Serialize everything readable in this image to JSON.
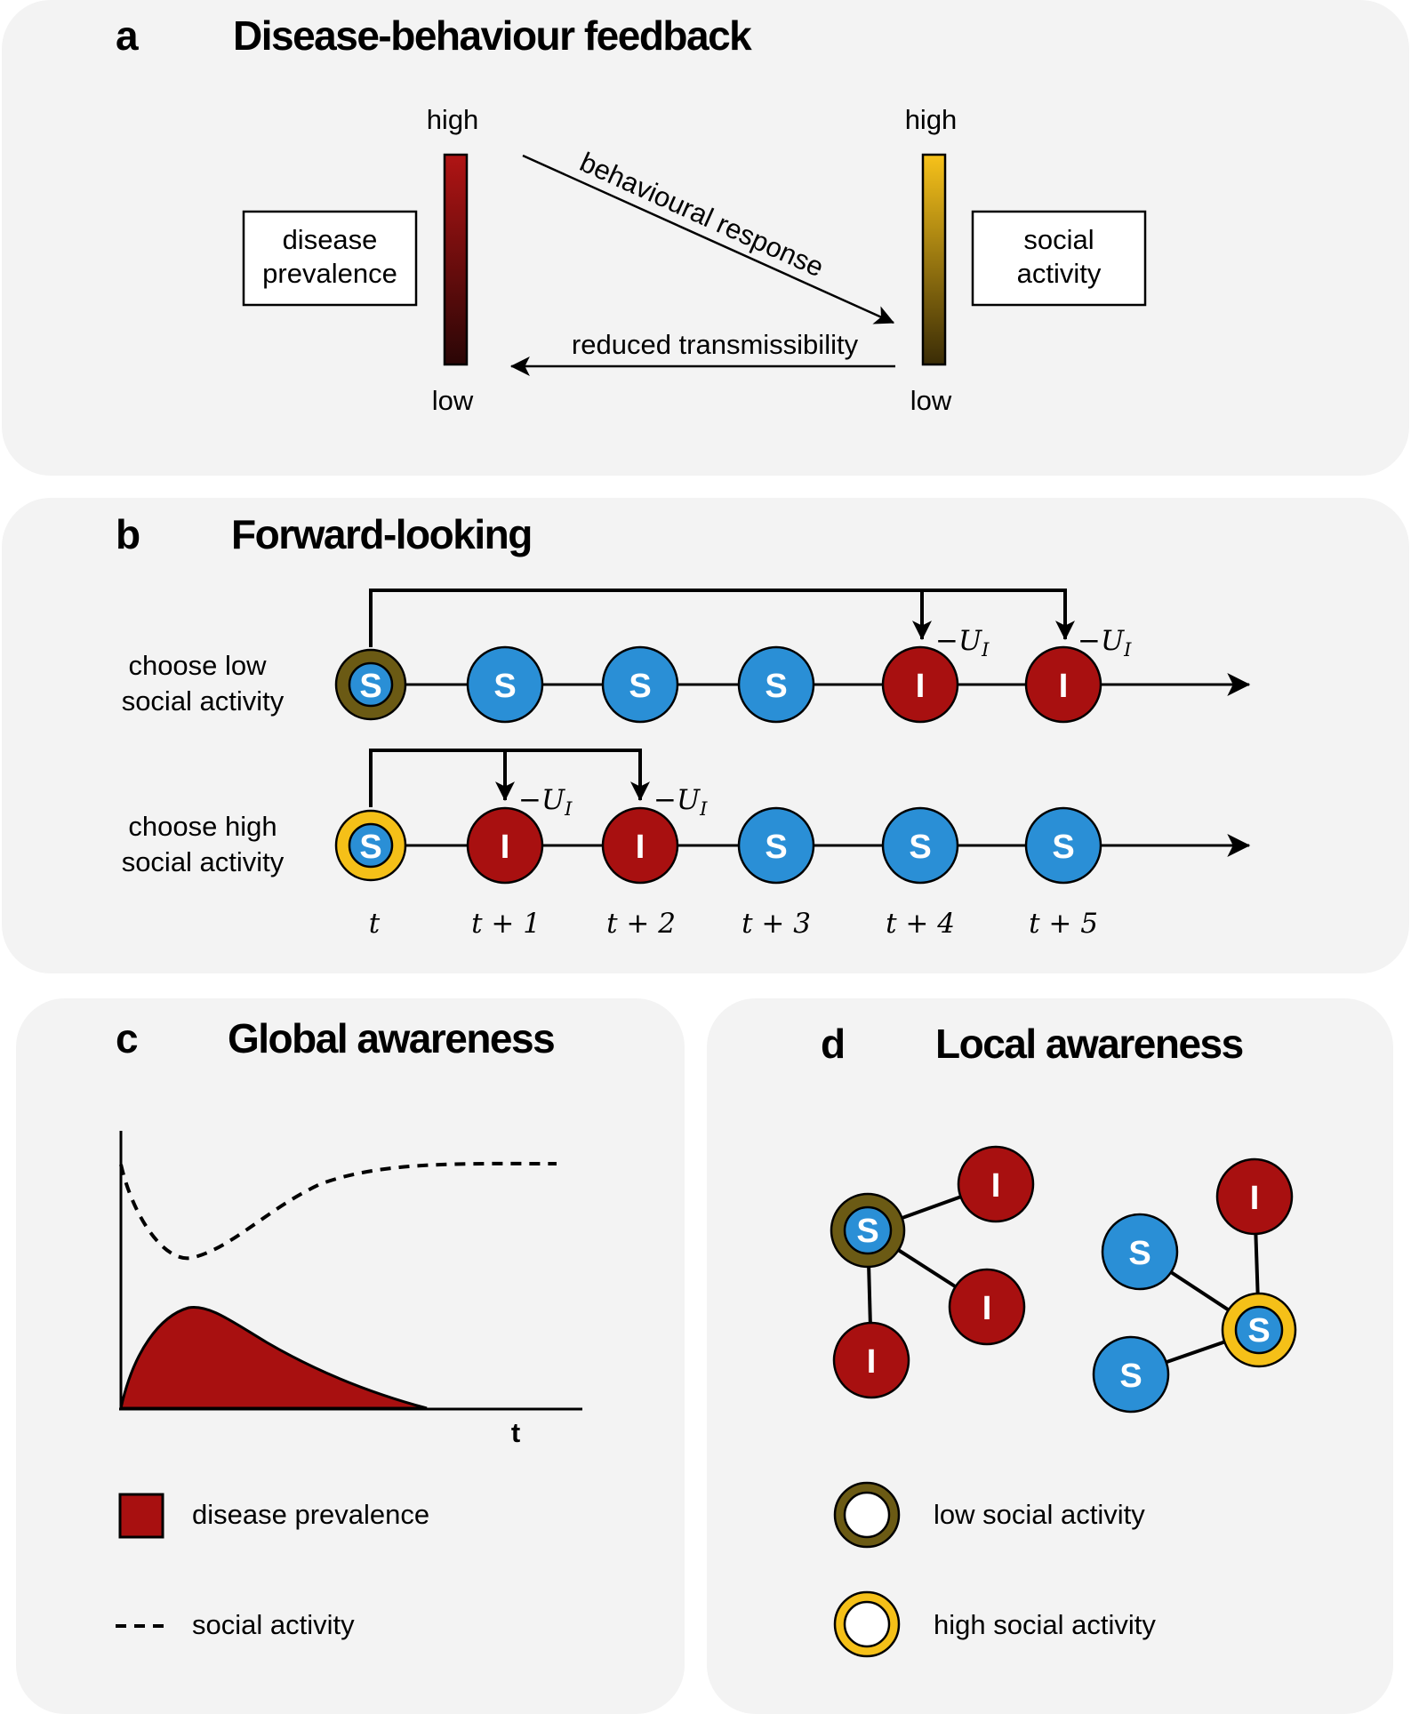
{
  "colors": {
    "panel_bg": "#f3f3f3",
    "infected": "#a81010",
    "susceptible": "#2a8fd6",
    "low_activity": "#6b5a14",
    "high_activity": "#f5c018"
  },
  "panel_a": {
    "letter": "a",
    "title": "Disease-behaviour feedback",
    "left_box": [
      "disease",
      "prevalence"
    ],
    "right_box": [
      "social",
      "activity"
    ],
    "high_label": "high",
    "low_label": "low",
    "arrow_top": "behavioural response",
    "arrow_bottom": "reduced transmissibility"
  },
  "panel_b": {
    "letter": "b",
    "title": "Forward-looking",
    "row_low": {
      "label": [
        "choose low",
        "social activity"
      ],
      "states": [
        "S",
        "S",
        "S",
        "S",
        "I",
        "I"
      ],
      "penalty": "−U",
      "penalty_sub": "I"
    },
    "row_high": {
      "label": [
        "choose high",
        "social activity"
      ],
      "states": [
        "S",
        "I",
        "I",
        "S",
        "S",
        "S"
      ],
      "penalty": "−U",
      "penalty_sub": "I"
    },
    "time_labels": [
      "t",
      "t + 1",
      "t + 2",
      "t + 3",
      "t + 4",
      "t + 5"
    ]
  },
  "panel_c": {
    "letter": "c",
    "title": "Global awareness",
    "x_axis_label": "t",
    "legend_prevalence": "disease prevalence",
    "legend_activity": "social activity"
  },
  "panel_d": {
    "letter": "d",
    "title": "Local awareness",
    "left_cluster": {
      "center": "S",
      "neighbors": [
        "I",
        "I",
        "I"
      ]
    },
    "right_cluster": {
      "center": "S",
      "neighbors": [
        "I",
        "S",
        "S"
      ]
    },
    "legend_low": "low social activity",
    "legend_high": "high social activity"
  }
}
